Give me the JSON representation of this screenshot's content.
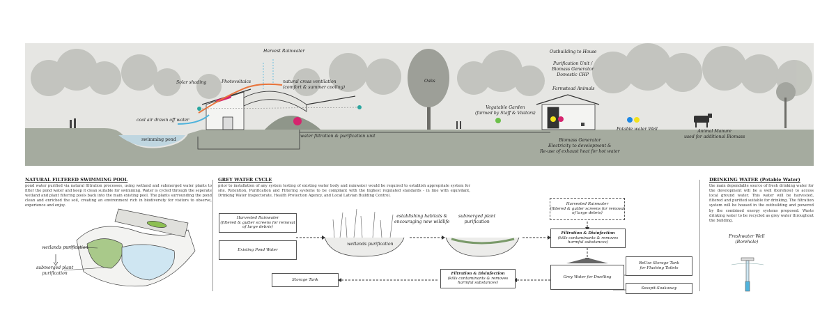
{
  "section": {
    "labels": {
      "harvest_rainwater": "Harvest Rainwater",
      "solar_shading": "Solar shading",
      "photovoltaics": "Photovoltaics",
      "ventilation": "natural cross ventilation\n(comfort & summer cooling)",
      "cool_air": "cool air drawn off water",
      "swimming_pond": "swimming pond",
      "water_filtration": "water filtration & purification unit",
      "oaks": "Oaks",
      "veg_garden": "Vegatable Garden\n(farmed by Staff & Visitors)",
      "outbuilding": "Outbuilding to House",
      "purification_unit": "Purification Unit /\nBiomass Generator\nDomestic CHP",
      "farmstead": "Farmstead Animals",
      "biomass": "Biomass Generator\nElectricity to development &\nRe-use of exhaust heat for hot water",
      "potable": "Potable water Well",
      "manure": "Animal Manure\nused for additional Biomass"
    }
  },
  "pool_panel": {
    "title": "NATURAL FILTERED SWIMMING POOL",
    "body": "pond water purified via natural filtration processes, using wetland and submerged water plants to filter the pond water and keep it clean suitable for swimming. Water is cycled through the seperate wetland and plant filtering pools back into the main existing pool. The plants surrounding the pond clean and enriched the soil, creating an environment rich in biodiversity for visitors to observe, experience and enjoy.",
    "wetlands": "wetlands purification",
    "submerged": "submerged plant\npurification"
  },
  "grey_panel": {
    "title": "GREY WATER CYCLE",
    "body": "prior to installation of any system testing of existing water body and rainwater would be required to establish appropriate system for site. Retention, Purification and Filtering systems to be compliant with the highest regulated standards - in line with equivilant, Drinking Water Inspectorate, Health Protection Agency, and Local Latvian Building Control.",
    "boxes": {
      "harvested_left": "Harvested Rainwater\n(filtered & gutter screens for removal\nof large debris)",
      "existing_pond": "Existing Pond Water",
      "harvested_right": "Harvested Rainwater\n(filtered & gutter screens for removal\nof large debris)",
      "filtration_top_title": "Filtration & Disinfection",
      "filtration_top_sub": "(kills contaminants & removes\nharmful substances)",
      "storage_tank": "Storage Tank",
      "filtration_bottom_title": "Filtration & Disinfection",
      "filtration_bottom_sub": "(kills contaminants & removes\nharmful substances)",
      "grey_water": "Grey Water for Dwelling",
      "reuse": "ReUse Storage Tank\nfor Flushing Toilets",
      "soakaway": "Sesspit-Soakaway"
    },
    "labels": {
      "habitats": "establishing habitats &\nencouraging new wildlife",
      "submerged": "submerged plant\npurification",
      "wetlands": "wetlands purification"
    }
  },
  "drink_panel": {
    "title": "DRINKING WATER (Potable Water)",
    "body": "the main dependable source of fresh drinking water for the development will be a well (borehole) to access local ground water. This water will be harvested, filtered and purified suitable for drinking. The filtration system will be housed in the outbuilding and powered by the combined energy systems proposed. Waste drinking water to be recycled as grey water throughout the building.",
    "well": "Freshwater Well\n(Borehole)"
  },
  "colors": {
    "band": "#e6e6e3",
    "ground": "#9aa395",
    "tree": "#a9aba5",
    "water_blue": "#4fb3dc",
    "heat_orange": "#e8743b",
    "teal_dot": "#29a7a0",
    "magenta": "#d6246e",
    "yellow": "#f2e21c",
    "green_dot": "#6cc04a",
    "blue_dot": "#1e88e5"
  }
}
